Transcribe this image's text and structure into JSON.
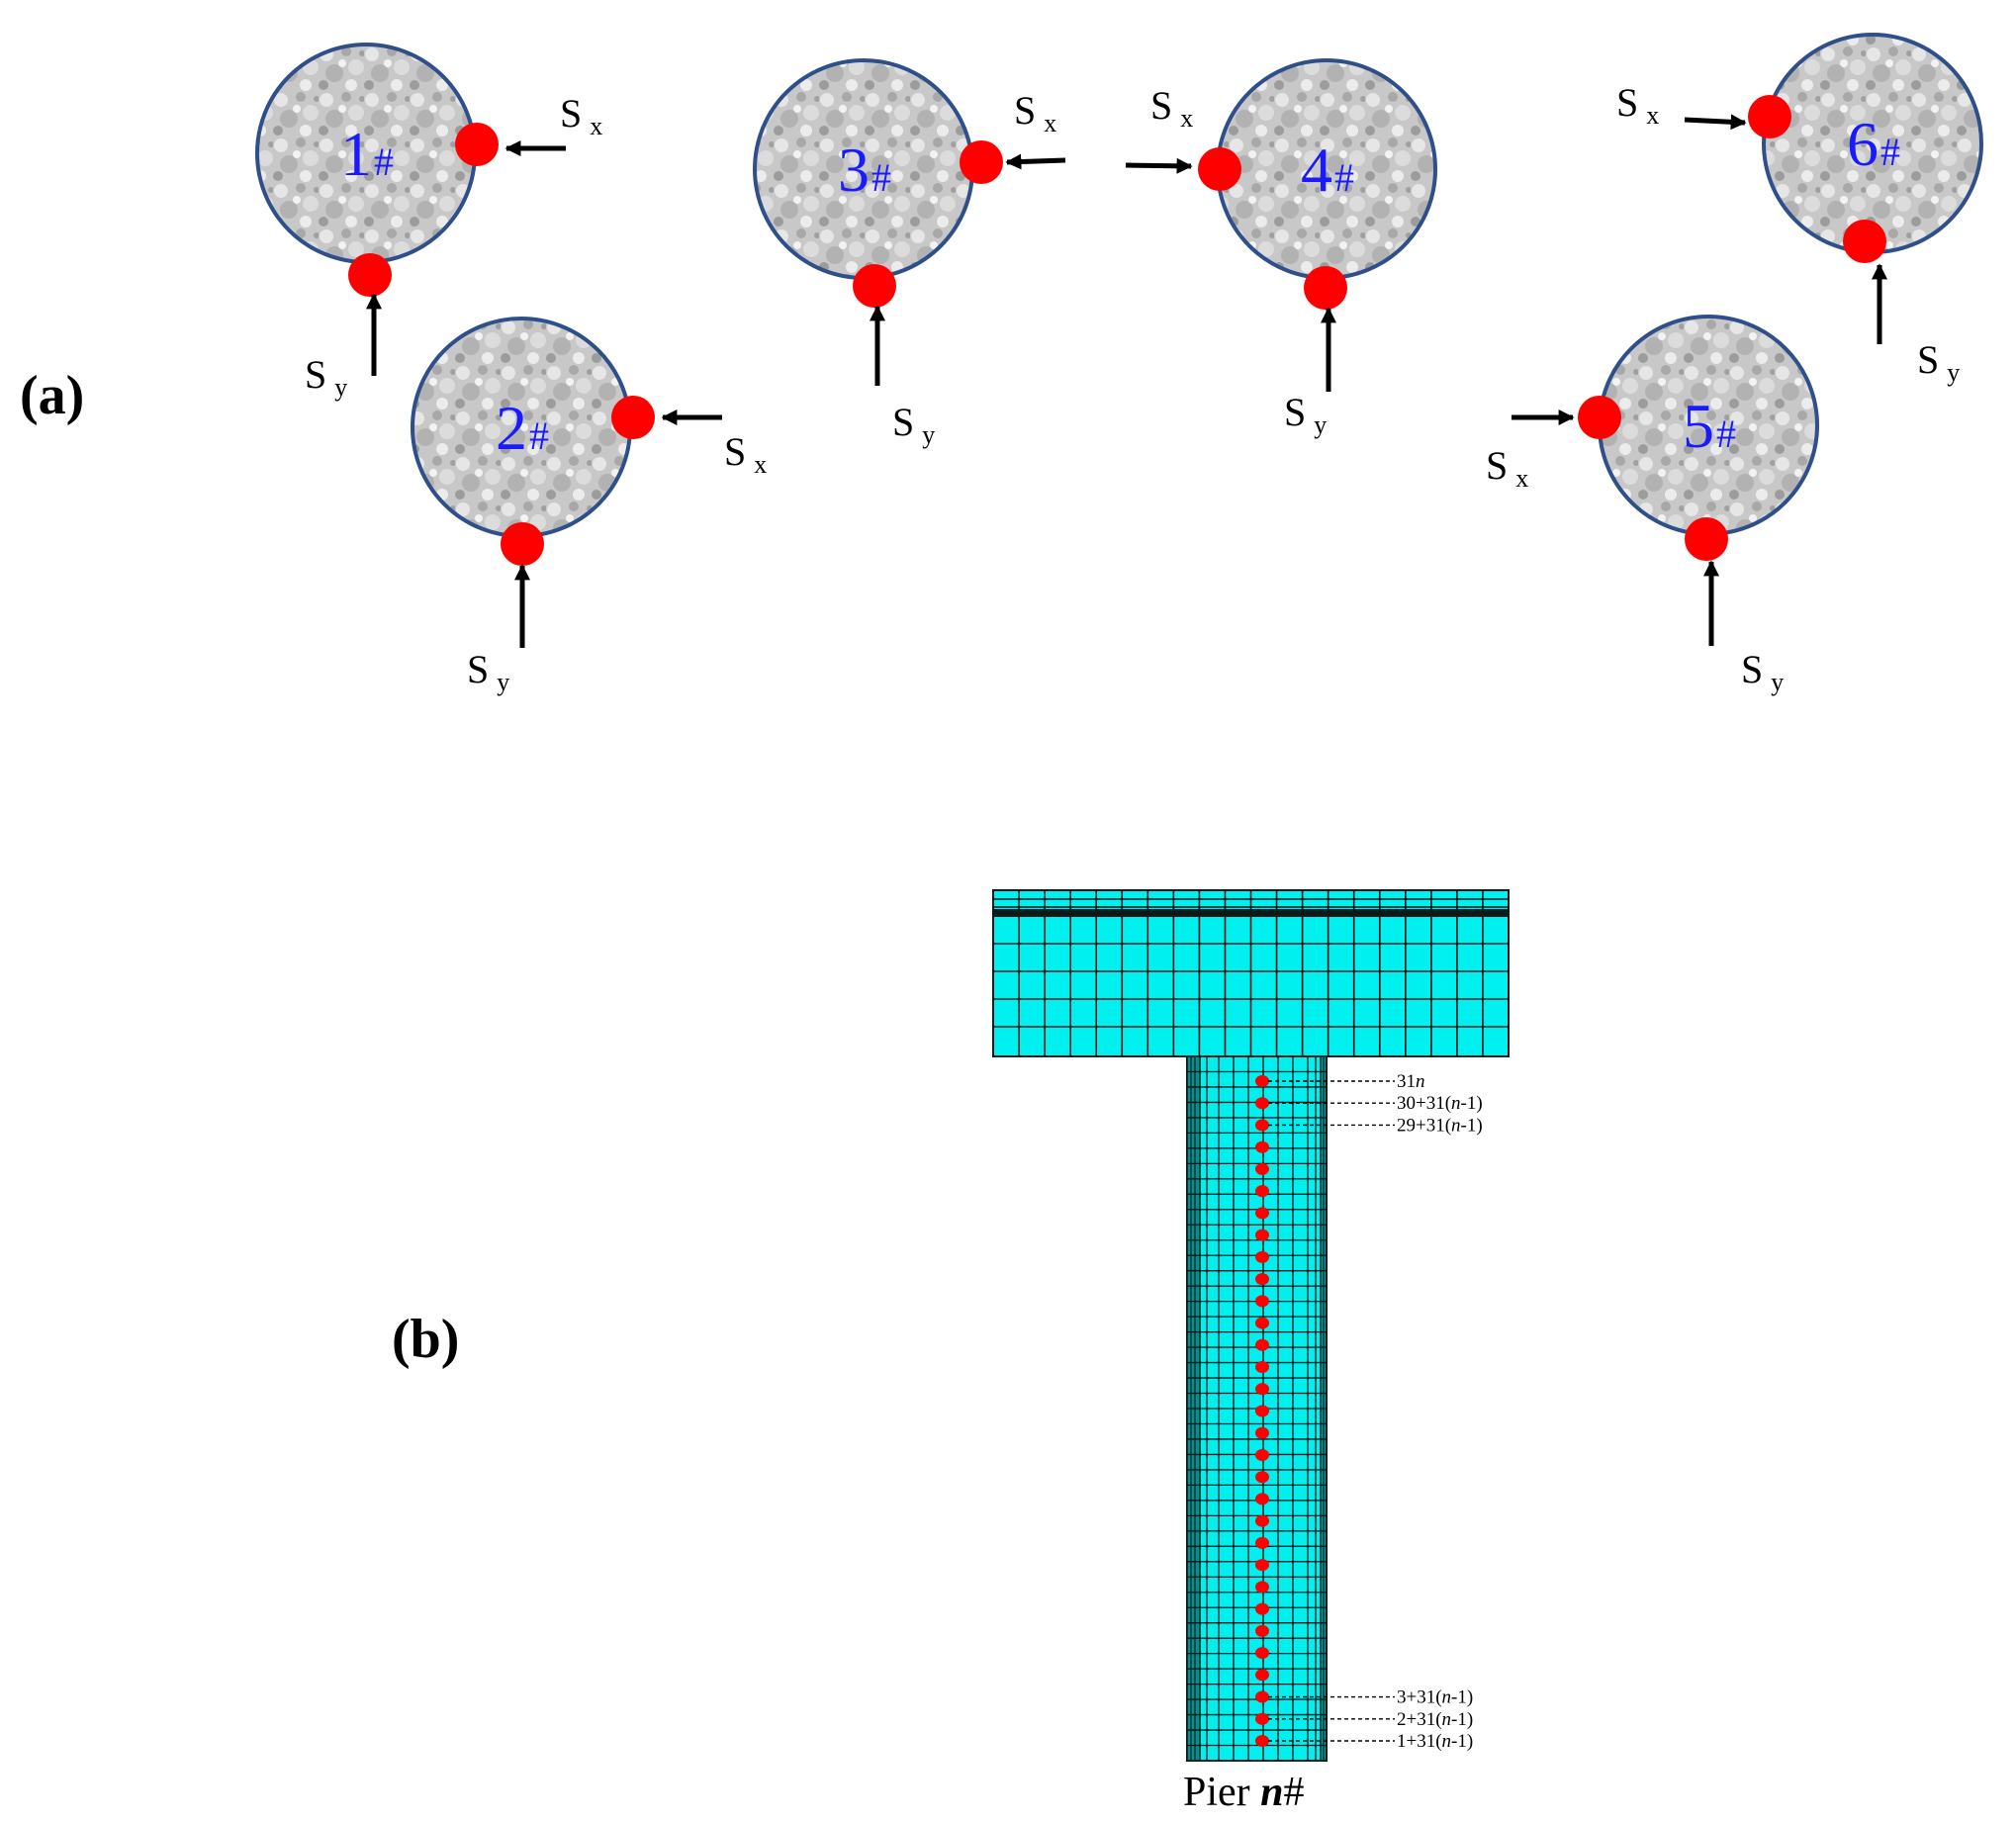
{
  "panel_a": {
    "label": "(a)",
    "piers": [
      {
        "id": "1",
        "num": "1",
        "hash": "#",
        "sx": "S",
        "sx_sub": "x",
        "sy": "S",
        "sy_sub": "y"
      },
      {
        "id": "2",
        "num": "2",
        "hash": "#",
        "sx": "S",
        "sx_sub": "x",
        "sy": "S",
        "sy_sub": "y"
      },
      {
        "id": "3",
        "num": "3",
        "hash": "#",
        "sx": "S",
        "sx_sub": "x",
        "sy": "S",
        "sy_sub": "y"
      },
      {
        "id": "4",
        "num": "4",
        "hash": "#",
        "sx": "S",
        "sx_sub": "x",
        "sy": "S",
        "sy_sub": "y"
      },
      {
        "id": "5",
        "num": "5",
        "hash": "#",
        "sx": "S",
        "sx_sub": "x",
        "sy": "S",
        "sy_sub": "y"
      },
      {
        "id": "6",
        "num": "6",
        "hash": "#",
        "sx": "S",
        "sx_sub": "x",
        "sy": "S",
        "sy_sub": "y"
      }
    ],
    "colors": {
      "fill": "#c9c9c9",
      "outline": "#2f4f8a",
      "label": "#1a1aff",
      "point": "#ff0000",
      "arrow": "#000000"
    }
  },
  "panel_b": {
    "label": "(b)",
    "caption_prefix": "Pier ",
    "caption_var": "n",
    "caption_suffix": "#",
    "node_labels_top": [
      {
        "pre": "31",
        "var": "n",
        "post": ""
      },
      {
        "pre": "30+31(",
        "var": "n",
        "post": "-1)"
      },
      {
        "pre": "29+31(",
        "var": "n",
        "post": "-1)"
      }
    ],
    "node_labels_bottom": [
      {
        "pre": "3+31(",
        "var": "n",
        "post": "-1)"
      },
      {
        "pre": "2+31(",
        "var": "n",
        "post": "-1)"
      },
      {
        "pre": "1+31(",
        "var": "n",
        "post": "-1)"
      }
    ],
    "node_count": 31,
    "colors": {
      "mesh_fill": "#00f0f0",
      "mesh_line": "#0a1a1a",
      "node": "#ff0000"
    }
  }
}
